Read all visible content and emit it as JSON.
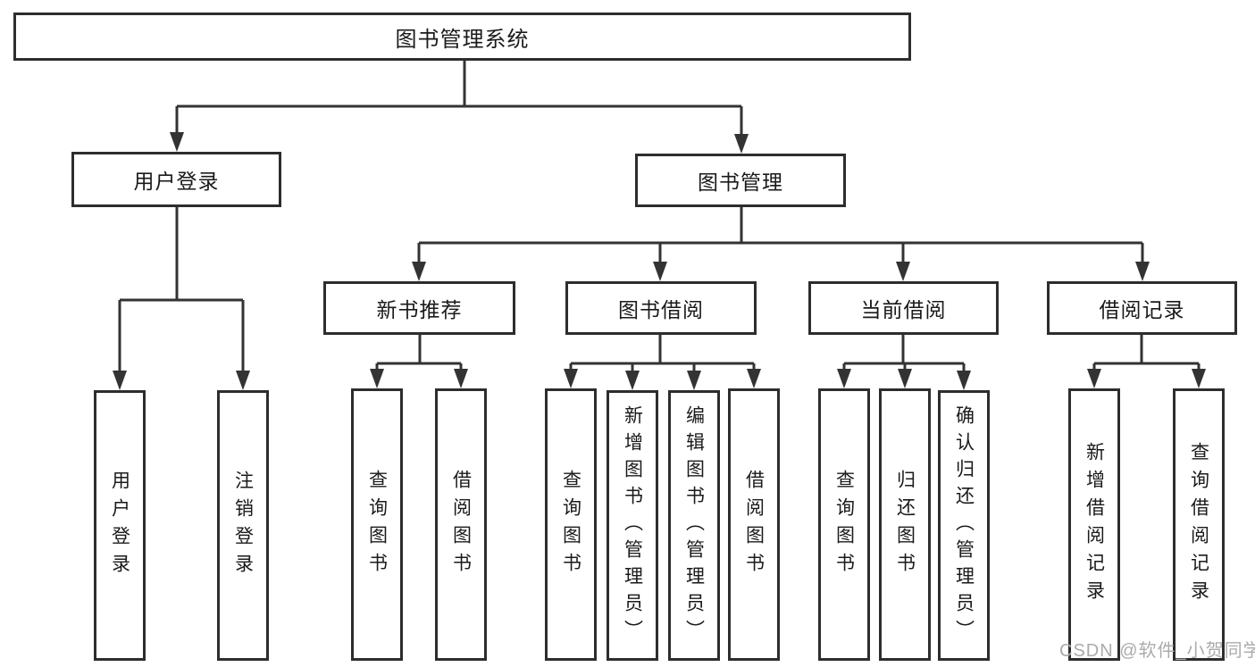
{
  "diagram": {
    "root_label": "图书管理系统",
    "user_login": {
      "label": "用户登录",
      "leaves": [
        "用户登录",
        "注销登录"
      ]
    },
    "book_mgmt": {
      "label": "图书管理",
      "groups": [
        {
          "label": "新书推荐",
          "leaves": [
            "查询图书",
            "借阅图书"
          ]
        },
        {
          "label": "图书借阅",
          "leaves": [
            "查询图书",
            "新增图书（管理员）",
            "编辑图书（管理员）",
            "借阅图书"
          ]
        },
        {
          "label": "当前借阅",
          "leaves": [
            "查询图书",
            "归还图书",
            "确认归还（管理员）"
          ]
        },
        {
          "label": "借阅记录",
          "leaves": [
            "新增借阅记录",
            "查询借阅记录"
          ]
        }
      ]
    },
    "watermark": "CSDN @软件_小贺同学",
    "colors": {
      "line": "#333333",
      "box_border": "#2d2d2d",
      "text": "#1a1a1a",
      "watermark": "#ababab",
      "background": "#ffffff"
    }
  }
}
